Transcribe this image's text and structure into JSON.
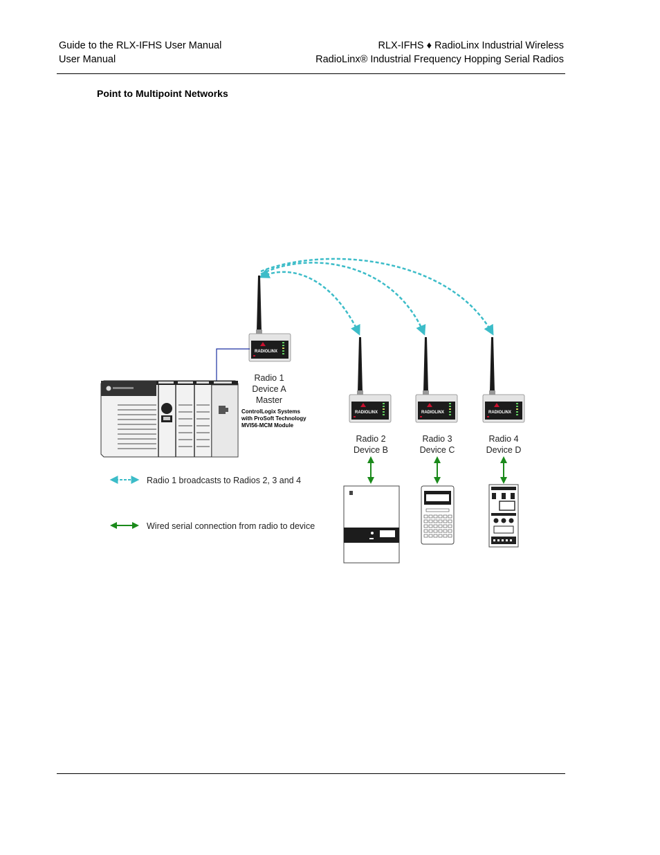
{
  "header": {
    "left_line1": "Guide to the RLX-IFHS User Manual",
    "left_line2": "User Manual",
    "right_line1": "RLX-IFHS ♦ RadioLinx Industrial Wireless",
    "right_line2": "RadioLinx® Industrial Frequency Hopping Serial Radios"
  },
  "section": {
    "title": "Point to Multipoint Networks"
  },
  "diagram": {
    "brand": "RADIOLINX",
    "radio1": {
      "line1": "Radio 1",
      "line2": "Device A",
      "line3": "Master"
    },
    "radio2": {
      "line1": "Radio 2",
      "line2": "Device B"
    },
    "radio3": {
      "line1": "Radio 3",
      "line2": "Device C"
    },
    "radio4": {
      "line1": "Radio 4",
      "line2": "Device D"
    },
    "plc": {
      "line1": "ControlLogix Systems",
      "line2": "with ProSoft Technology",
      "line3": "MVI56-MCM Module"
    },
    "legend": {
      "broadcast": "Radio 1 broadcasts to Radios 2, 3 and 4",
      "wired": "Wired serial connection from radio to device"
    },
    "colors": {
      "broadcast": "#3cbcc8",
      "wired": "#1b8a1b",
      "link": "#1a2fa0",
      "radio_panel": "#1c1c1c",
      "brand_mark": "#c8102e"
    }
  }
}
